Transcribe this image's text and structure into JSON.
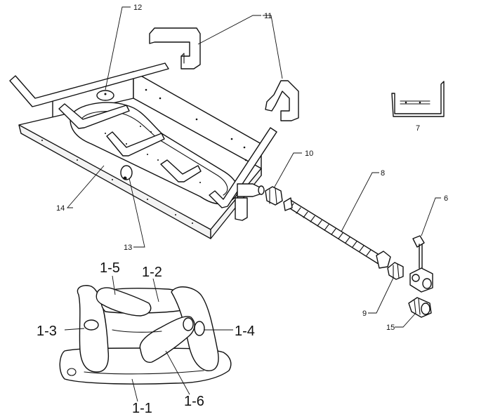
{
  "callouts": {
    "c12": "12",
    "c11": "11",
    "c7": "7",
    "c10": "10",
    "c8": "8",
    "c6": "6",
    "c14": "14",
    "c13": "13",
    "c9": "9",
    "c15": "15"
  },
  "log_callouts": {
    "l1_5": "1-5",
    "l1_2": "1-2",
    "l1_3": "1-3",
    "l1_4": "1-4",
    "l1_1": "1-1",
    "l1_6": "1-6"
  }
}
